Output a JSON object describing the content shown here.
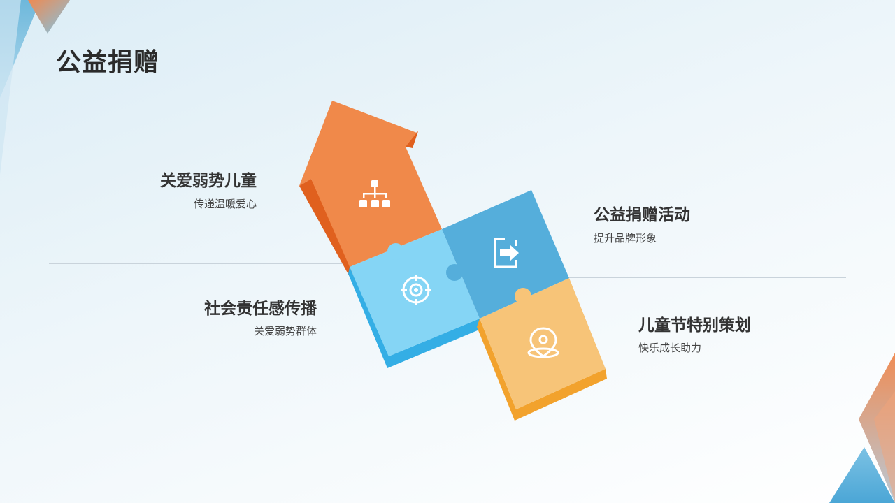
{
  "page": {
    "title": "公益捐赠"
  },
  "items": [
    {
      "title": "关爱弱势儿童",
      "subtitle": "传递温暖爱心",
      "icon": "hierarchy-icon",
      "color": "#f0894a"
    },
    {
      "title": "公益捐赠活动",
      "subtitle": "提升品牌形象",
      "icon": "exit-icon",
      "color": "#55aedb"
    },
    {
      "title": "社会责任感传播",
      "subtitle": "关爱弱势群体",
      "icon": "target-icon",
      "color": "#85d5f5"
    },
    {
      "title": "儿童节特别策划",
      "subtitle": "快乐成长助力",
      "icon": "location-pin-icon",
      "color": "#f7c478"
    }
  ]
}
